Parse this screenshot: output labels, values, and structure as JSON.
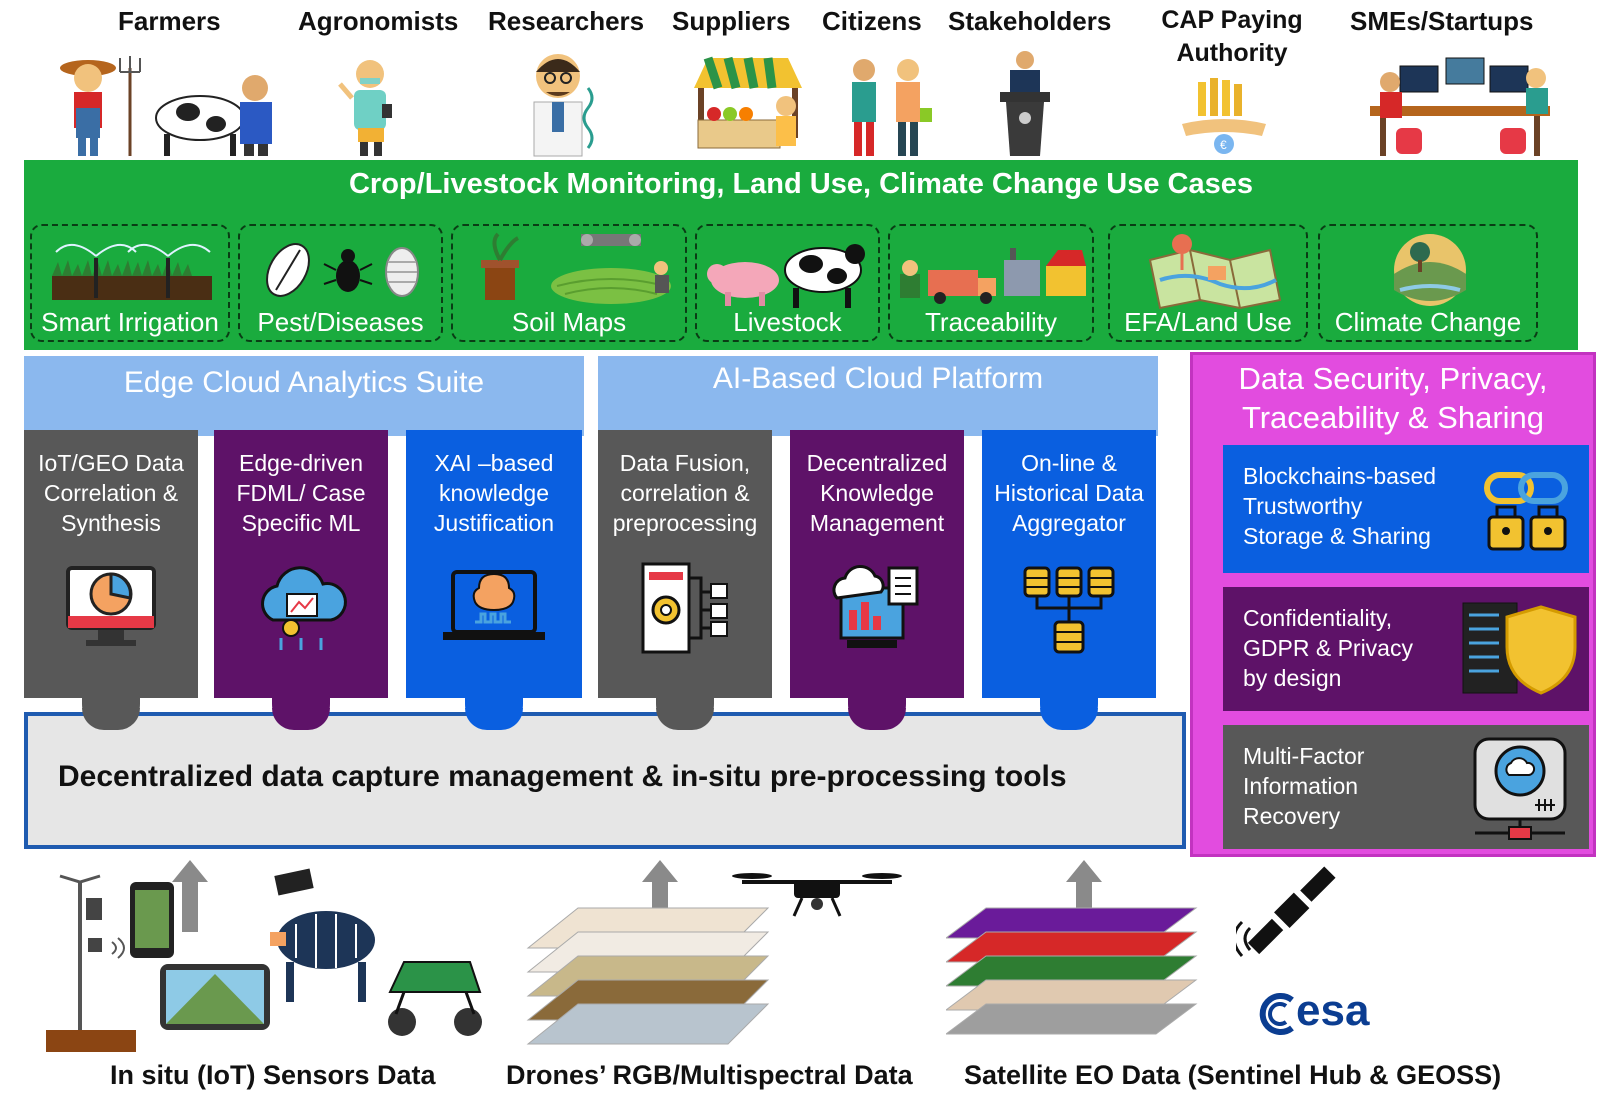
{
  "actors": [
    "Farmers",
    "Agronomists",
    "Researchers",
    "Suppliers",
    "Citizens",
    "Stakeholders",
    "CAP Paying Authority",
    "SMEs/Startups"
  ],
  "use_cases": {
    "title": "Crop/Livestock Monitoring, Land Use, Climate Change Use Cases",
    "items": [
      "Smart Irrigation",
      "Pest/Diseases",
      "Soil Maps",
      "Livestock",
      "Traceability",
      "EFA/Land Use",
      "Climate Change"
    ]
  },
  "edge_suite": {
    "title": "Edge Cloud Analytics Suite",
    "columns": [
      "IoT/GEO Data\nCorrelation &\nSynthesis",
      "Edge-driven\nFDML/ Case\nSpecific ML",
      "XAI –based\nknowledge\nJustification"
    ]
  },
  "cloud_platform": {
    "title": "AI-Based Cloud Platform",
    "columns": [
      "Data Fusion,\ncorrelation  &\npreprocessing",
      "Decentralized\nKnowledge\nManagement",
      "On-line &\nHistorical Data\nAggregator"
    ]
  },
  "decentralized_tools": "Decentralized data capture management & in-situ pre-processing tools",
  "security": {
    "title": "Data Security, Privacy,\nTraceability & Sharing",
    "items": [
      "Blockchains-based\nTrustworthy\nStorage & Sharing",
      "Confidentiality,\nGDPR & Privacy\nby design",
      "Multi-Factor\nInformation\nRecovery"
    ]
  },
  "sources": [
    "In situ (IoT) Sensors Data",
    "Drones’ RGB/Multispectral Data",
    "Satellite EO Data (Sentinel Hub & GEOSS)"
  ],
  "logo_text": "esa",
  "colors": {
    "green_band": "#1aab3e",
    "light_blue_head": "#8bb8ee",
    "gray_col": "#585858",
    "purple_col": "#5e1268",
    "blue_col": "#0a5fe0",
    "magenta_panel": "#e24cdf",
    "border_blue": "#1f5bb0"
  }
}
